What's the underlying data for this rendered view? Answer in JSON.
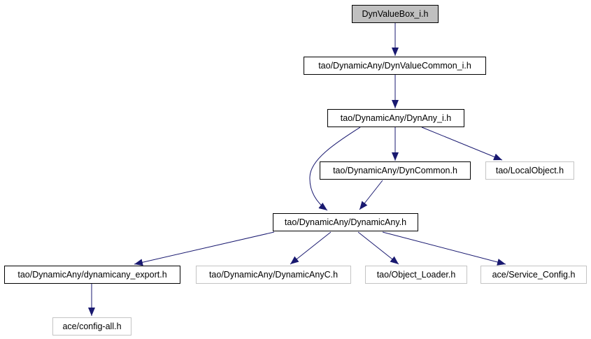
{
  "diagram": {
    "kind": "include-dependency-graph",
    "colors": {
      "edge": "#191970",
      "internal_node_border": "#000000",
      "external_node_border": "#c4c4c4",
      "root_node_fill": "#c0c0c0",
      "node_fill": "#ffffff",
      "text": "#000000"
    },
    "nodes": [
      {
        "id": "dynvaluebox-i-h",
        "label": "DynValueBox_i.h",
        "fill": "#c0c0c0",
        "border": "#000000"
      },
      {
        "id": "dynvaluecommon-i-h",
        "label": "tao/DynamicAny/DynValueCommon_i.h",
        "fill": "#ffffff",
        "border": "#000000"
      },
      {
        "id": "dynany-i-h",
        "label": "tao/DynamicAny/DynAny_i.h",
        "fill": "#ffffff",
        "border": "#000000"
      },
      {
        "id": "dyncommon-h",
        "label": "tao/DynamicAny/DynCommon.h",
        "fill": "#ffffff",
        "border": "#000000"
      },
      {
        "id": "localobject-h",
        "label": "tao/LocalObject.h",
        "fill": "#ffffff",
        "border": "#c4c4c4"
      },
      {
        "id": "dynamicany-h",
        "label": "tao/DynamicAny/DynamicAny.h",
        "fill": "#ffffff",
        "border": "#000000"
      },
      {
        "id": "dynamicany-export-h",
        "label": "tao/DynamicAny/dynamicany_export.h",
        "fill": "#ffffff",
        "border": "#000000"
      },
      {
        "id": "dynamicanyc-h",
        "label": "tao/DynamicAny/DynamicAnyC.h",
        "fill": "#ffffff",
        "border": "#c4c4c4"
      },
      {
        "id": "object-loader-h",
        "label": "tao/Object_Loader.h",
        "fill": "#ffffff",
        "border": "#c4c4c4"
      },
      {
        "id": "service-config-h",
        "label": "ace/Service_Config.h",
        "fill": "#ffffff",
        "border": "#c4c4c4"
      },
      {
        "id": "config-all-h",
        "label": "ace/config-all.h",
        "fill": "#ffffff",
        "border": "#c4c4c4"
      }
    ],
    "edges": [
      {
        "from": "dynvaluebox-i-h",
        "to": "dynvaluecommon-i-h"
      },
      {
        "from": "dynvaluecommon-i-h",
        "to": "dynany-i-h"
      },
      {
        "from": "dynany-i-h",
        "to": "dyncommon-h"
      },
      {
        "from": "dynany-i-h",
        "to": "localobject-h"
      },
      {
        "from": "dynany-i-h",
        "to": "dynamicany-h"
      },
      {
        "from": "dyncommon-h",
        "to": "dynamicany-h"
      },
      {
        "from": "dynamicany-h",
        "to": "dynamicany-export-h"
      },
      {
        "from": "dynamicany-h",
        "to": "dynamicanyc-h"
      },
      {
        "from": "dynamicany-h",
        "to": "object-loader-h"
      },
      {
        "from": "dynamicany-h",
        "to": "service-config-h"
      },
      {
        "from": "dynamicany-export-h",
        "to": "config-all-h"
      }
    ]
  }
}
